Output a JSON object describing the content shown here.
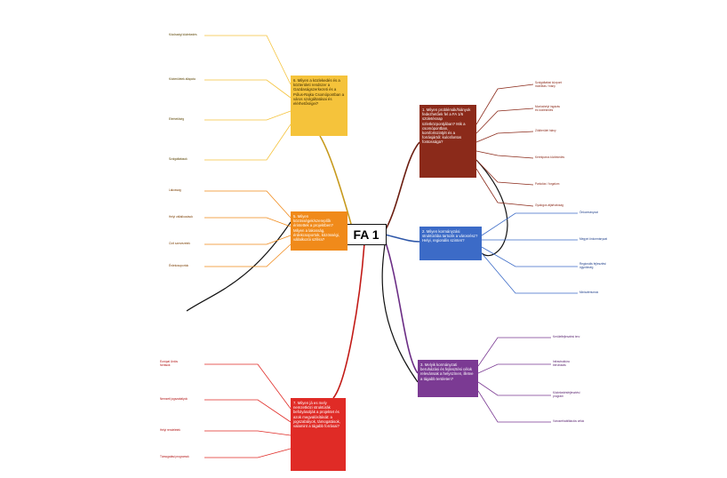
{
  "center": {
    "label": "FA 1"
  },
  "branches": {
    "b1": "1. Milyen problémák/hiányok fedezhetőek fel a FA 1/6 születésnap üzletközpontjában? Mik a csomópontban, komfortszintjét és a forrásjártól: kulcsfontos fontossága?",
    "b2": "2. Milyen kormányzási struktúrába tartozik a városrész? Helyi, regionális szinten?",
    "b3": "3. Melyik kormányzati beruházási és fejlesztési célok relevánsak a helyszínen, illetve a tágabb területen?",
    "b4": "7. Milyen já es mely nemzetközi struktúrák befolyásolják a projektet és azok megvalósítását: a jogszabályok, támogatások, valamint a tágabb forrásai?",
    "b5": "5. Milyen közösségek/szereplők érintettek a projektben? Milyen a lakosság, érdekcsoportok, közösségi, vállalkozói szféra?",
    "b6": "6. Milyen a közlekedés és a közterületi rendszer a Gazdaságszerkezeti és a Pólus-Rajka Csomópontban a város szolgáltatásai és elérhetőségei?"
  },
  "leaves": {
    "r1": "Szolgáltatási központ\nmobilitás / hiány",
    "r2": "Munkahelyi ingázás\nés közlekedés",
    "r3": "Zöldterület hiány",
    "r4": "Kerékpáros közlekedés",
    "r5": "Parkolás / forgalom",
    "r6": "Gyalogos átjárhatóság",
    "bl1": "Önkormányzat",
    "bl2": "Megyei önkormányzat",
    "bl3": "Regionális fejlesztési\nügynökség",
    "bl4": "Minisztériumok",
    "p1": "Kerületfejlesztési terv",
    "p2": "Infrastruktúra\nberuházás",
    "p3": "Közlekedésfejlesztési\nprogram",
    "p4": "Városrehabilitációs célok",
    "c1": "Európai Uniós\nforrások",
    "c2": "Nemzeti jogszabályok",
    "c3": "Helyi rendeletek",
    "c4": "Támogatási programok",
    "o1": "Lakosság",
    "o2": "Helyi vállalkozások",
    "o3": "Civil szervezetek",
    "o4": "Érdekcsoportok",
    "g1": "Közösségi közlekedés",
    "g2": "Közterületek állapota",
    "g3": "Elérhetőség",
    "g4": "Szolgáltatások"
  }
}
